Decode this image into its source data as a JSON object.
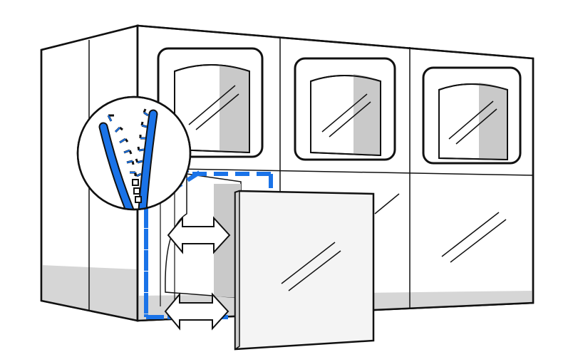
{
  "illustration": {
    "subject": "modular-window-wall-with-removable-panel",
    "colors": {
      "accent": "#1a73e8",
      "outline": "#111111",
      "panel_fill": "#ffffff",
      "shade": "#d6d6d6",
      "glass_shade": "#c9c9c9",
      "removed_panel_fill": "#f4f4f4"
    },
    "icons": [
      "zipper-seal-detail-icon",
      "double-arrow-icon",
      "double-arrow-icon"
    ],
    "modules": {
      "upper_row_windows": 3,
      "lower_row_windows": 2,
      "removed_panels": 1
    }
  }
}
